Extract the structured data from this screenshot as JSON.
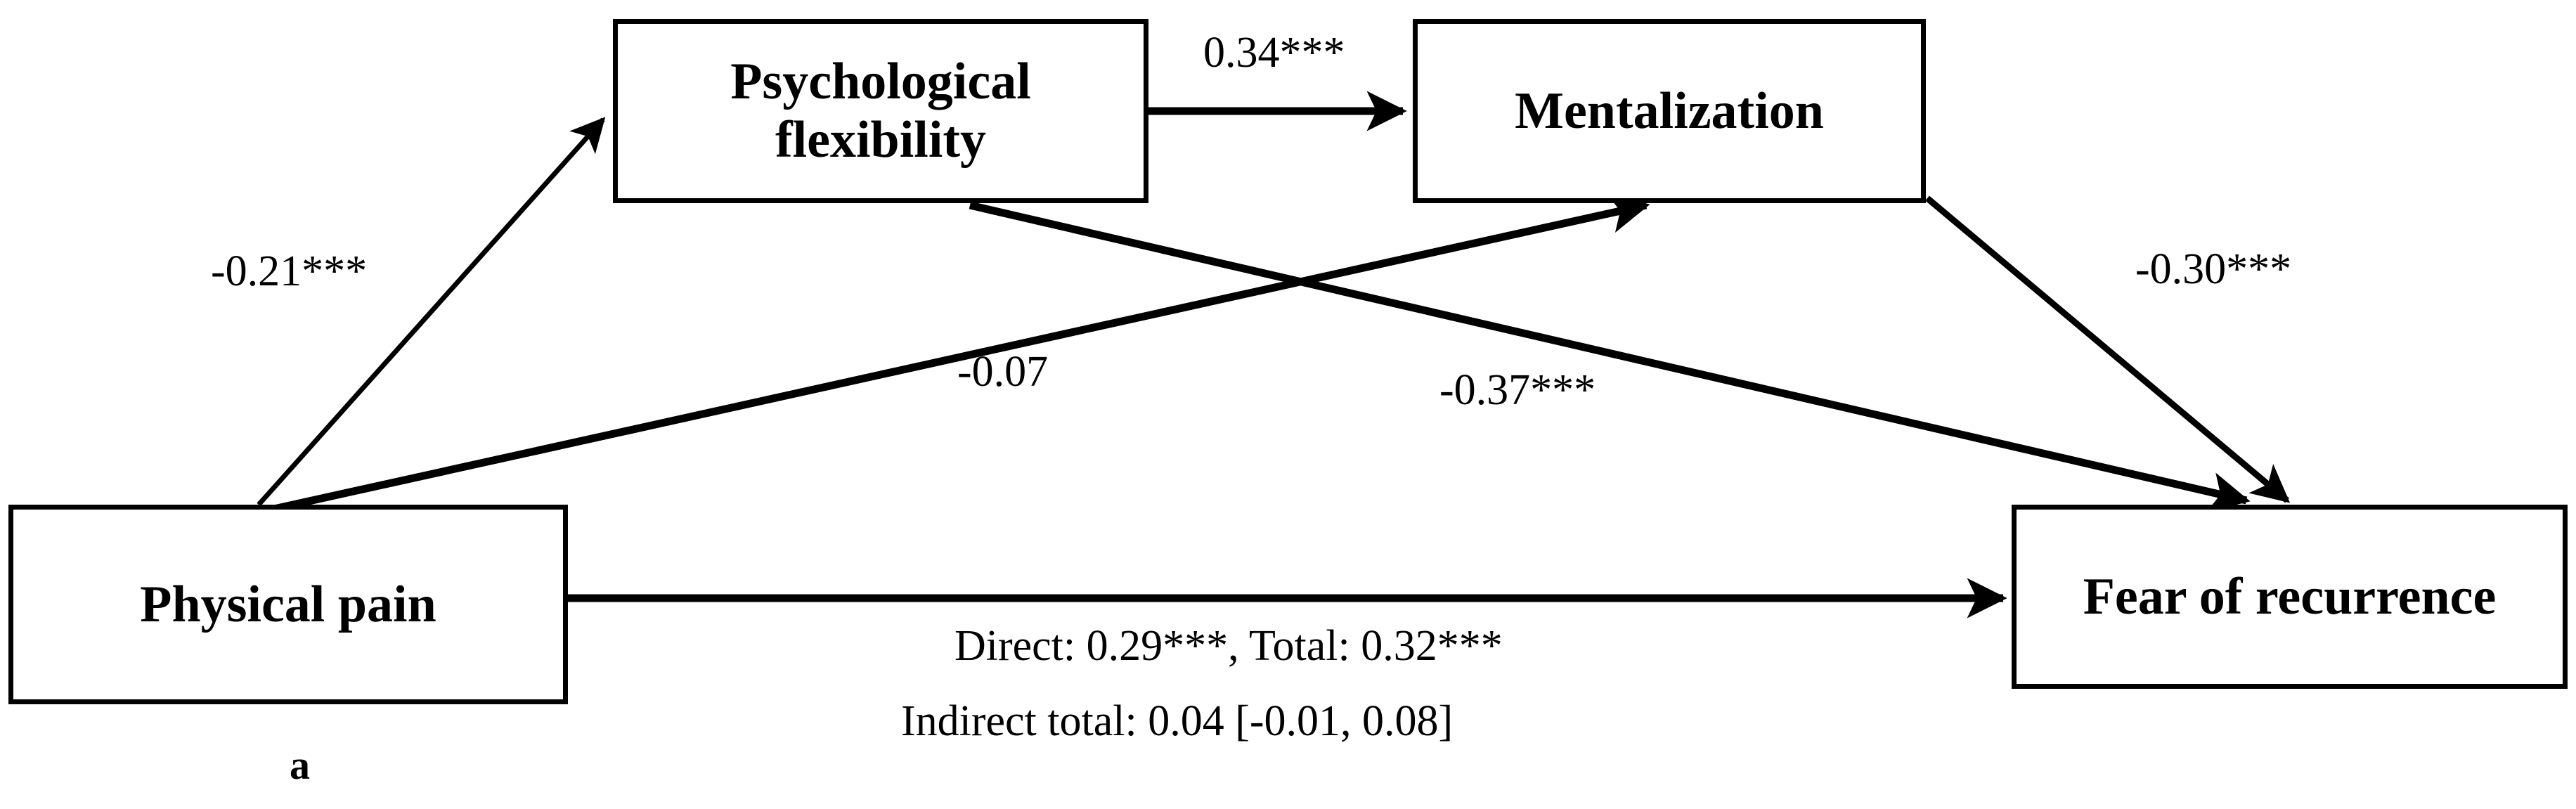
{
  "figure": {
    "panel_letter": "a",
    "type": "path-diagram",
    "nodes": [
      {
        "id": "physical-pain",
        "label": "Physical pain"
      },
      {
        "id": "psych-flexibility",
        "label": "Psychological\nflexibility"
      },
      {
        "id": "mentalization",
        "label": "Mentalization"
      },
      {
        "id": "fear-recurrence",
        "label": "Fear of recurrence"
      }
    ],
    "paths": [
      {
        "id": "pain-to-flexibility",
        "from": "physical-pain",
        "to": "psych-flexibility",
        "coefficient": "-0.21***"
      },
      {
        "id": "flexibility-to-mentalization",
        "from": "psych-flexibility",
        "to": "mentalization",
        "coefficient": "0.34***"
      },
      {
        "id": "pain-to-mentalization",
        "from": "physical-pain",
        "to": "mentalization",
        "coefficient": "-0.07"
      },
      {
        "id": "flexibility-to-fear",
        "from": "psych-flexibility",
        "to": "fear-recurrence",
        "coefficient": "-0.37***"
      },
      {
        "id": "mentalization-to-fear",
        "from": "mentalization",
        "to": "fear-recurrence",
        "coefficient": "-0.30***"
      },
      {
        "id": "pain-to-fear",
        "from": "physical-pain",
        "to": "fear-recurrence",
        "coefficient": ""
      }
    ],
    "effects": {
      "direct_total_line": "Direct: 0.29***, Total: 0.32***",
      "indirect_total_line": "Indirect total: 0.04 [-0.01, 0.08]"
    },
    "colors": {
      "stroke": "#000000",
      "background": "#ffffff",
      "text": "#000000"
    }
  },
  "chart_data": {
    "type": "diagram",
    "title": "",
    "nodes": [
      "Physical pain",
      "Psychological flexibility",
      "Mentalization",
      "Fear of recurrence"
    ],
    "edges": [
      {
        "source": "Physical pain",
        "target": "Psychological flexibility",
        "value": -0.21,
        "label": "-0.21***",
        "significant": true
      },
      {
        "source": "Psychological flexibility",
        "target": "Mentalization",
        "value": 0.34,
        "label": "0.34***",
        "significant": true
      },
      {
        "source": "Physical pain",
        "target": "Mentalization",
        "value": -0.07,
        "label": "-0.07",
        "significant": false
      },
      {
        "source": "Psychological flexibility",
        "target": "Fear of recurrence",
        "value": -0.37,
        "label": "-0.37***",
        "significant": true
      },
      {
        "source": "Mentalization",
        "target": "Fear of recurrence",
        "value": -0.3,
        "label": "-0.30***",
        "significant": true
      },
      {
        "source": "Physical pain",
        "target": "Fear of recurrence",
        "value": 0.29,
        "label": "Direct: 0.29***",
        "significant": true
      }
    ],
    "summary": {
      "direct": 0.29,
      "total": 0.32,
      "indirect_total": 0.04,
      "indirect_ci": [
        -0.01,
        0.08
      ]
    }
  }
}
